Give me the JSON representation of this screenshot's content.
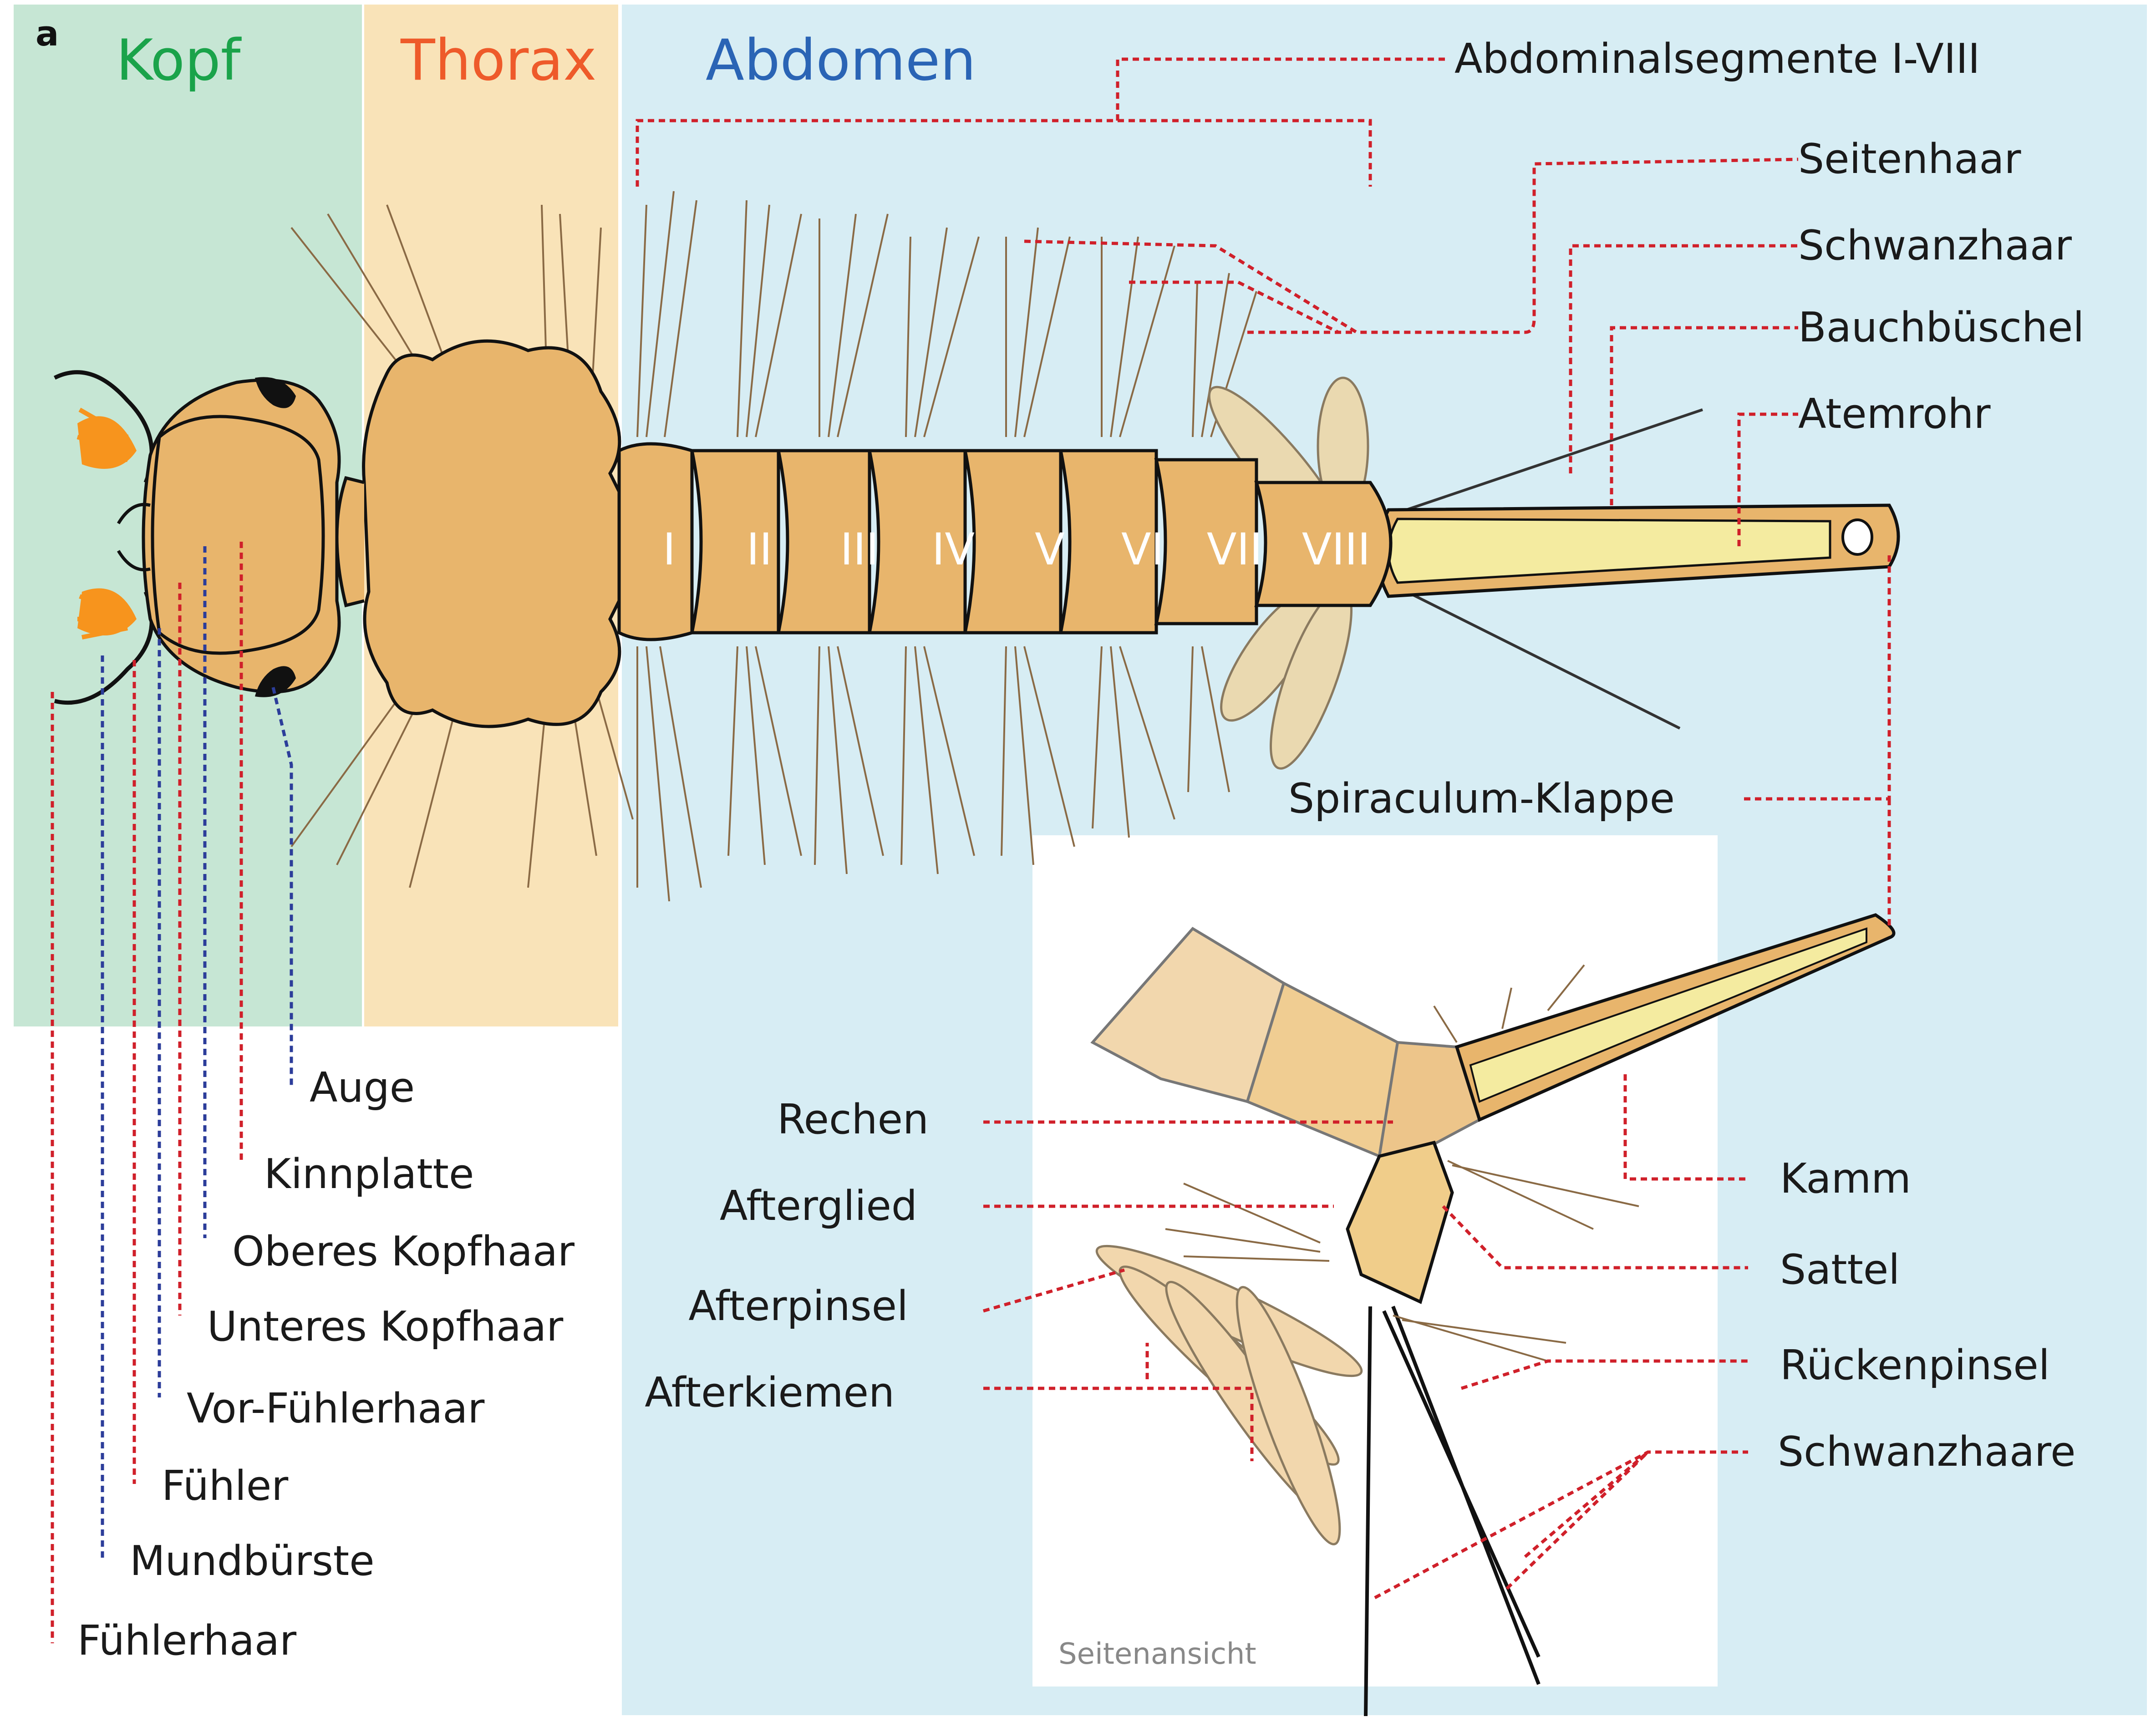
{
  "panel_letter": "a",
  "regions": {
    "head": {
      "label": "Kopf",
      "color": "#1aa34a",
      "bg": "#c6e6d4"
    },
    "thorax": {
      "label": "Thorax",
      "color": "#ee5a2a",
      "bg": "#f9e3b8"
    },
    "abdomen": {
      "label": "Abdomen",
      "color": "#2a64b5",
      "bg": "#d7edf4"
    }
  },
  "segments": [
    "I",
    "II",
    "III",
    "IV",
    "V",
    "VI",
    "VII",
    "VIII"
  ],
  "top_labels": {
    "abdominal_segments": "Abdominalsegmente I-VIII",
    "lateral_hair": "Seitenhaar",
    "tail_hair": "Schwanzhaar",
    "ventral_tuft": "Bauchbüschel",
    "siphon": "Atemrohr",
    "spiracle_valve": "Spiraculum-Klappe"
  },
  "head_labels": {
    "eye": "Auge",
    "chin_plate": "Kinnplatte",
    "upper_head_hair": "Oberes Kopfhaar",
    "lower_head_hair": "Unteres Kopfhaar",
    "pre_antennal_hair": "Vor-Fühlerhaar",
    "antenna": "Fühler",
    "mouth_brush": "Mundbürste",
    "antennal_hair": "Fühlerhaar"
  },
  "inset": {
    "caption": "Seitenansicht",
    "left_labels": {
      "comb": "Rechen",
      "anal_segment": "Afterglied",
      "anal_brush": "Afterpinsel",
      "anal_gills": "Afterkiemen"
    },
    "right_labels": {
      "comb_scales": "Kamm",
      "saddle": "Sattel",
      "dorsal_brush": "Rückenpinsel",
      "tail_hairs": "Schwanzhaare"
    }
  },
  "colors": {
    "leader_red": "#d0202a",
    "leader_blue": "#2c3d9a",
    "body": "#e8b56c",
    "siphon": "#f4eba0",
    "mouth_brush": "#f7941d"
  }
}
